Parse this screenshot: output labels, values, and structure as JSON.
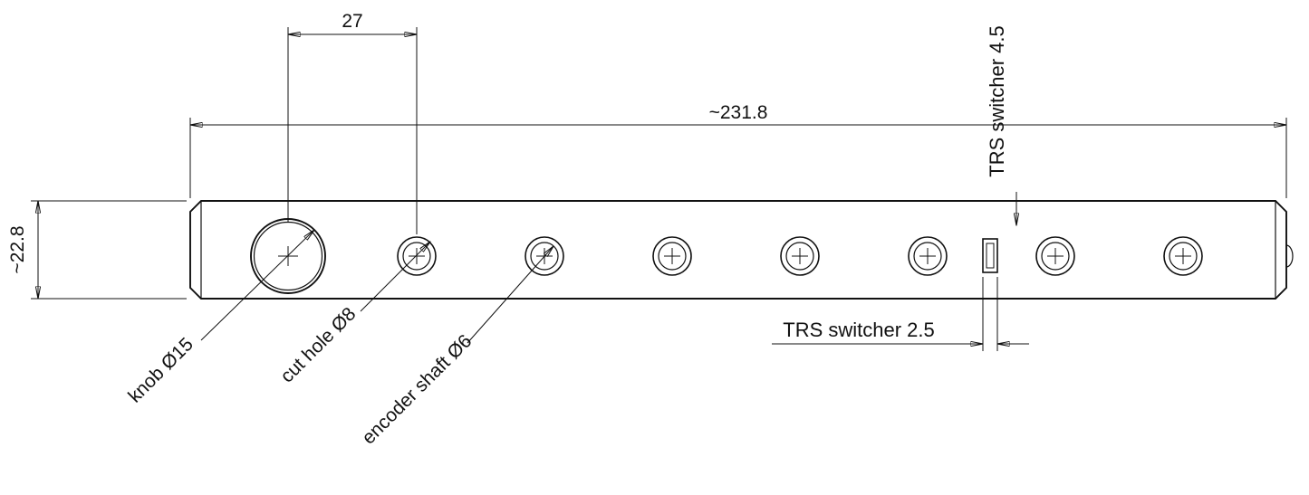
{
  "meta": {
    "ink_color": "#111111",
    "bg_color": "#ffffff"
  },
  "dimensions": {
    "knob_spacing": "27",
    "panel_width": "~231.8",
    "panel_height": "~22.8",
    "trs_switcher_height": "TRS switcher 4.5",
    "trs_switcher_width": "TRS switcher 2.5"
  },
  "labels": {
    "knob": "knob Ø15",
    "cut_hole": "cut hole Ø8",
    "encoder_shaft": "encoder shaft Ø6"
  }
}
